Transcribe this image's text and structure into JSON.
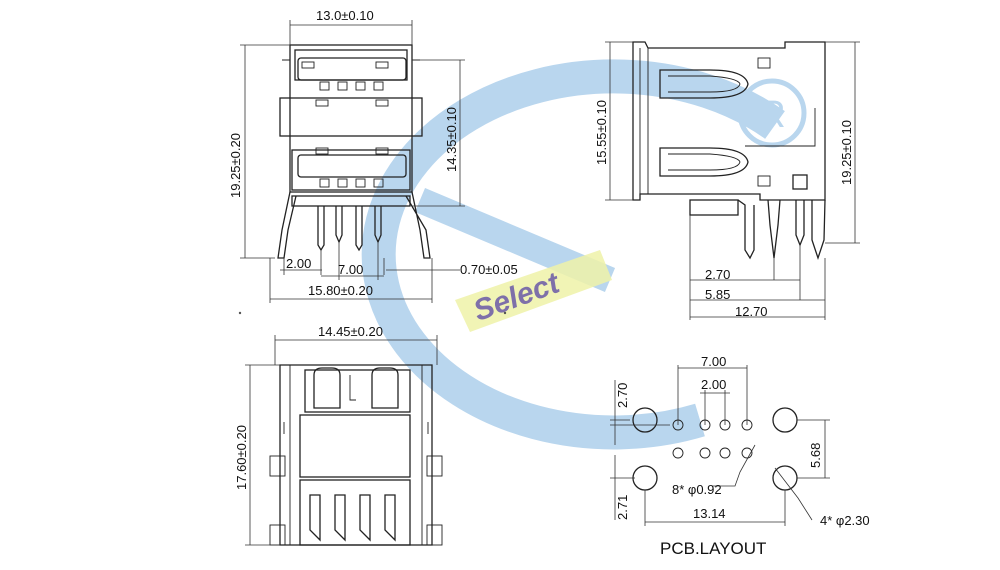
{
  "watermark": {
    "brand_text": "Select",
    "registered_symbol": "R",
    "colors": {
      "ring": "#b9d6ee",
      "bar": "#eef2a8",
      "text": "#6a5aa8"
    }
  },
  "front_view": {
    "dims": {
      "width": "13.0±0.10",
      "height_total": "19.25±0.20",
      "height_body": "14.35±0.10",
      "pin_pitch": "2.00",
      "pin_span": "7.00",
      "pin_width": "0.70±0.05",
      "footprint_width": "15.80±0.20"
    }
  },
  "side_view": {
    "dims": {
      "height_body": "15.55±0.10",
      "height_total": "19.25±0.10",
      "pin_offset_1": "2.70",
      "pin_offset_2": "5.85",
      "depth": "12.70"
    }
  },
  "bottom_view": {
    "dims": {
      "width": "14.45±0.20",
      "height": "17.60±0.20"
    }
  },
  "pcb_layout": {
    "title": "PCB.LAYOUT",
    "dims": {
      "pin_span": "7.00",
      "pin_pitch": "2.00",
      "top_offset": "2.70",
      "row_spacing": "5.68",
      "bottom_offset": "2.71",
      "hole_span": "13.14",
      "small_holes": "8* φ0.92",
      "large_holes": "4* φ2.30"
    }
  }
}
